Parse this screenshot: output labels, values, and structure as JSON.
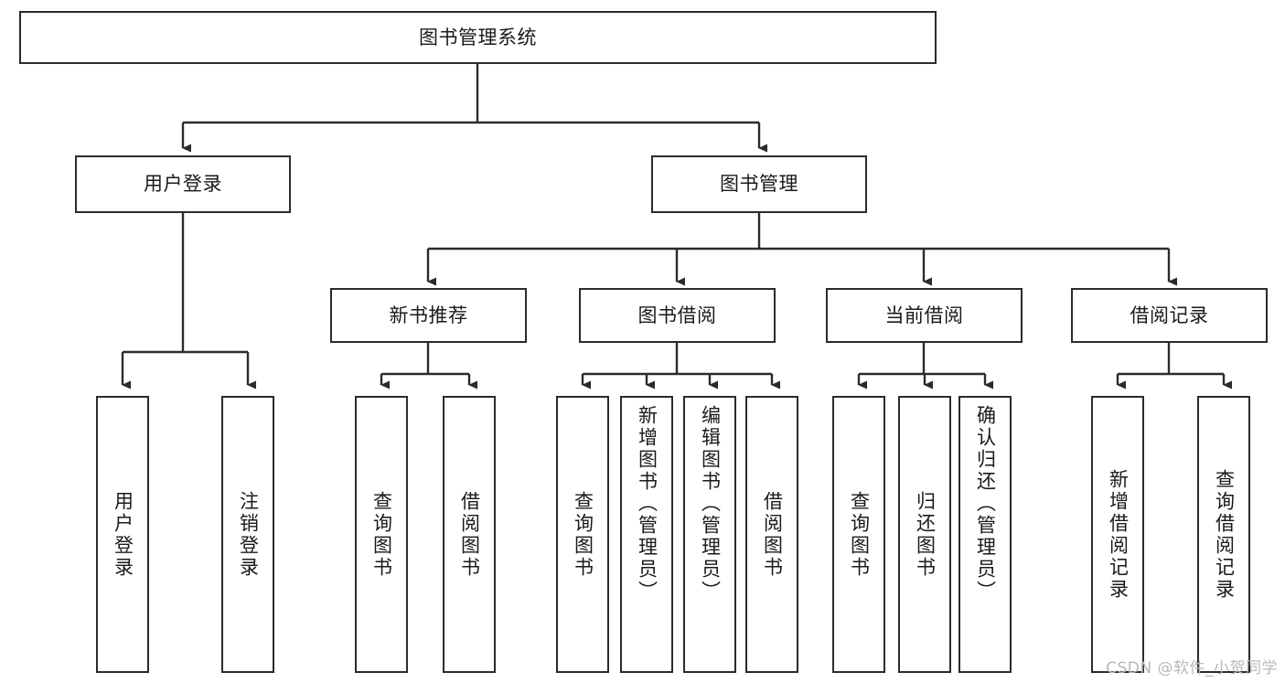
{
  "diagram": {
    "title": "图书管理系统",
    "type": "tree-hierarchy",
    "watermark": "CSDN @软件_小贺同学",
    "colors": {
      "stroke": "#2b2b2b",
      "fill": "#ffffff",
      "text": "#1a1a1a",
      "watermark": "#b9b9b9"
    },
    "nodes": {
      "root": {
        "label": "图书管理系统",
        "level": 0,
        "orientation": "horizontal"
      },
      "level1": [
        {
          "id": "user-login",
          "label": "用户登录",
          "orientation": "horizontal"
        },
        {
          "id": "book-management",
          "label": "图书管理",
          "orientation": "horizontal"
        }
      ],
      "level2": [
        {
          "id": "new-book-recommend",
          "label": "新书推荐",
          "orientation": "horizontal",
          "parent": "book-management"
        },
        {
          "id": "book-borrow",
          "label": "图书借阅",
          "orientation": "horizontal",
          "parent": "book-management"
        },
        {
          "id": "current-borrow",
          "label": "当前借阅",
          "orientation": "horizontal",
          "parent": "book-management"
        },
        {
          "id": "borrow-record",
          "label": "借阅记录",
          "orientation": "horizontal",
          "parent": "book-management"
        }
      ],
      "leaves": [
        {
          "id": "leaf-user-login",
          "label": "用户登录",
          "parent": "user-login",
          "orientation": "vertical"
        },
        {
          "id": "leaf-user-logout",
          "label": "注销登录",
          "parent": "user-login",
          "orientation": "vertical"
        },
        {
          "id": "leaf-query-book-1",
          "label": "查询图书",
          "parent": "new-book-recommend",
          "orientation": "vertical"
        },
        {
          "id": "leaf-borrow-book-1",
          "label": "借阅图书",
          "parent": "new-book-recommend",
          "orientation": "vertical"
        },
        {
          "id": "leaf-query-book-2",
          "label": "查询图书",
          "parent": "book-borrow",
          "orientation": "vertical"
        },
        {
          "id": "leaf-add-book",
          "label": "新增图书（管理员）",
          "parent": "book-borrow",
          "orientation": "vertical"
        },
        {
          "id": "leaf-edit-book",
          "label": "编辑图书（管理员）",
          "parent": "book-borrow",
          "orientation": "vertical"
        },
        {
          "id": "leaf-borrow-book-2",
          "label": "借阅图书",
          "parent": "book-borrow",
          "orientation": "vertical"
        },
        {
          "id": "leaf-query-book-3",
          "label": "查询图书",
          "parent": "current-borrow",
          "orientation": "vertical"
        },
        {
          "id": "leaf-return-book",
          "label": "归还图书",
          "parent": "current-borrow",
          "orientation": "vertical"
        },
        {
          "id": "leaf-confirm-return",
          "label": "确认归还（管理员）",
          "parent": "current-borrow",
          "orientation": "vertical"
        },
        {
          "id": "leaf-add-record",
          "label": "新增借阅记录",
          "parent": "borrow-record",
          "orientation": "vertical"
        },
        {
          "id": "leaf-query-record",
          "label": "查询借阅记录",
          "parent": "borrow-record",
          "orientation": "vertical"
        }
      ]
    }
  }
}
